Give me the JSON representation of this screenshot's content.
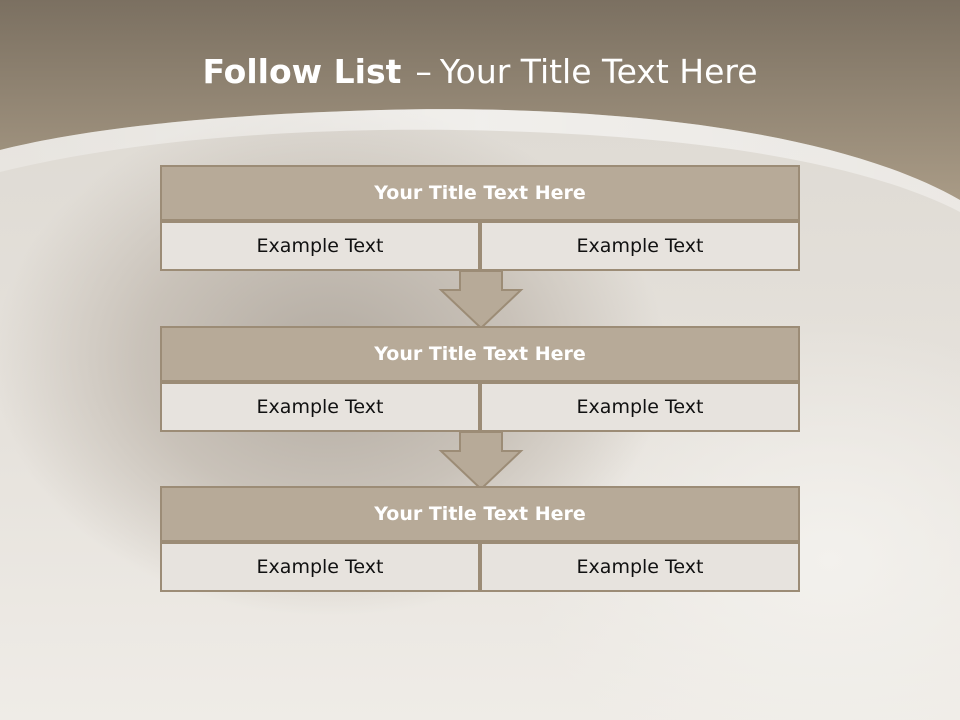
{
  "slide": {
    "title_bold": "Follow List",
    "title_dash": "–",
    "title_rest": "Your Title Text Here"
  },
  "blocks": [
    {
      "title": "Your Title Text Here",
      "left": "Example Text",
      "right": "Example Text"
    },
    {
      "title": "Your Title Text Here",
      "left": "Example Text",
      "right": "Example Text"
    },
    {
      "title": "Your Title Text Here",
      "left": "Example Text",
      "right": "Example Text"
    }
  ],
  "colors": {
    "header_band": "#9e907c",
    "block_title_fill": "#b7aa98",
    "block_cell_fill": "#e7e3de",
    "border": "#9c8c76"
  }
}
